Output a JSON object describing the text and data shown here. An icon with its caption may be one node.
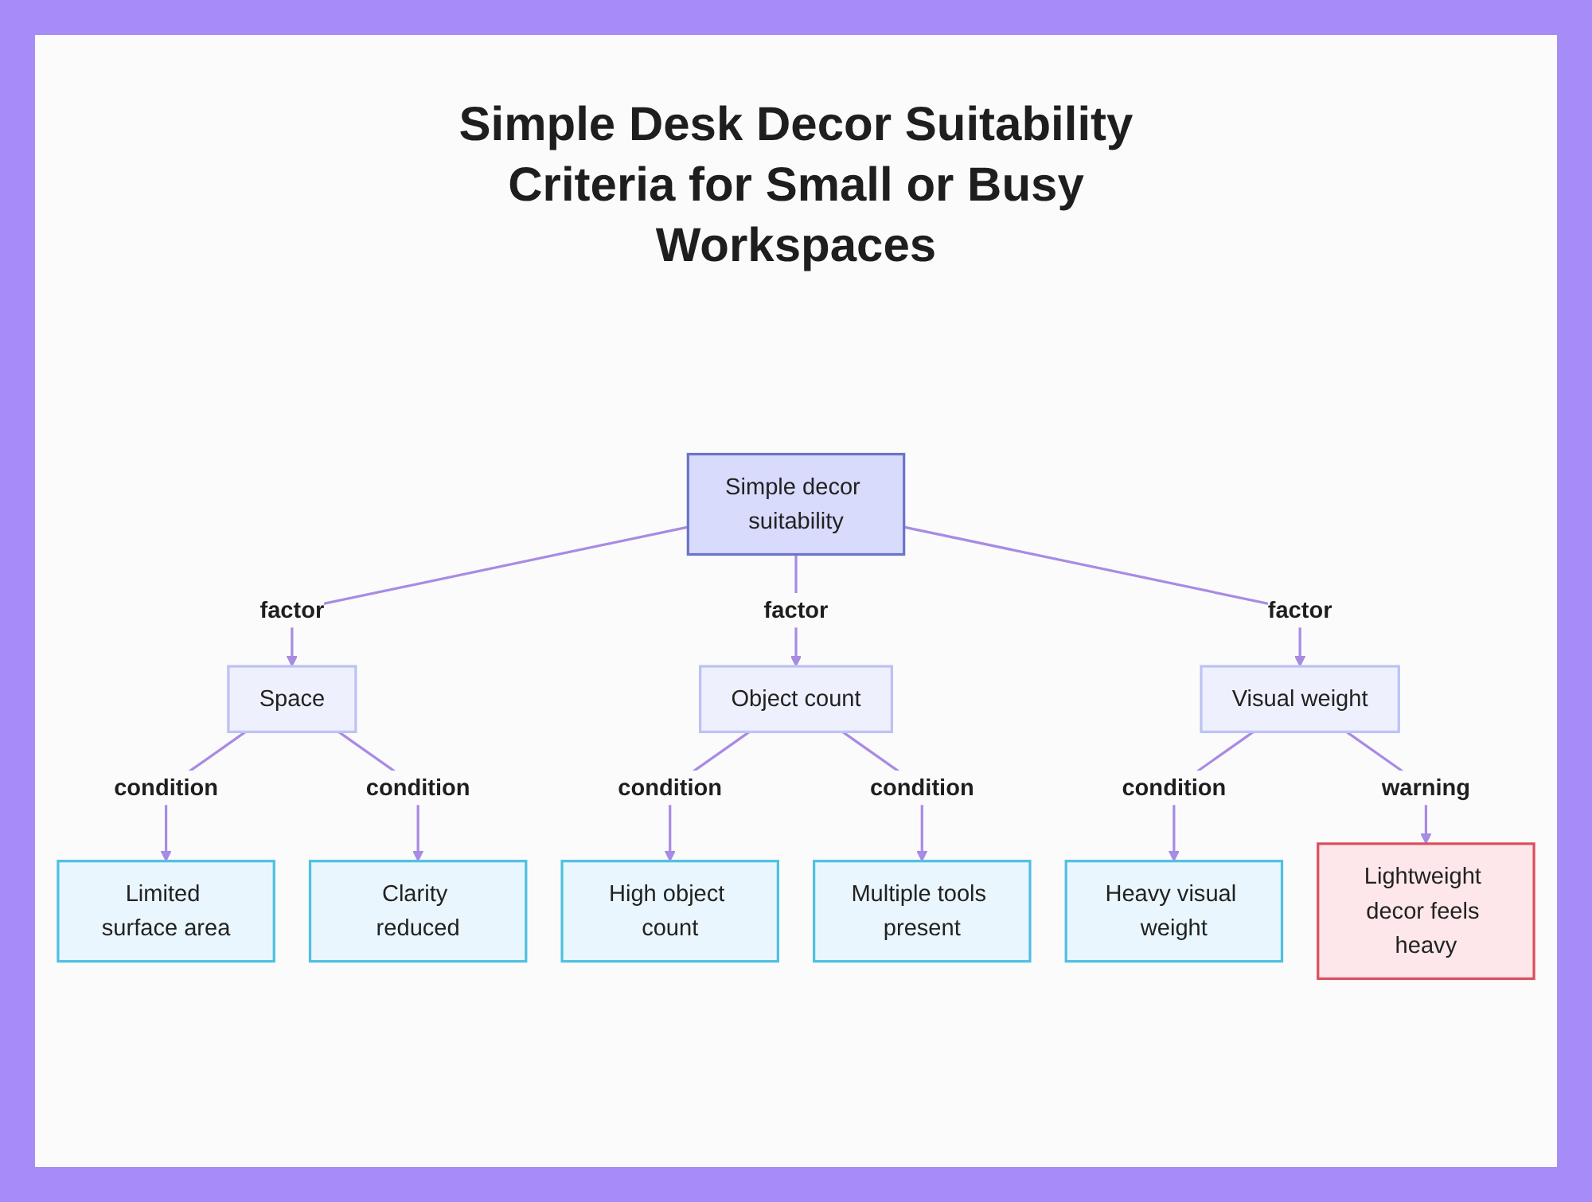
{
  "diagram": {
    "title": "Simple Desk Decor Suitability Criteria for Small or Busy Workspaces",
    "nodes": [
      {
        "text": [
          "Simple decor suitability"
        ]
      },
      {
        "text": [
          "Space"
        ]
      },
      {
        "text": [
          "Object count"
        ]
      },
      {
        "text": [
          "Visual weight"
        ]
      },
      {
        "text": [
          "Limited surface area"
        ]
      },
      {
        "text": [
          "Clarity reduced"
        ]
      },
      {
        "text": [
          "High object count"
        ]
      },
      {
        "text": [
          "Multiple tools present"
        ]
      },
      {
        "text": [
          "Heavy visual weight"
        ]
      },
      {
        "text": [
          "Lightweight decor feels heavy"
        ]
      }
    ],
    "edges": [
      {
        "from": 0,
        "to": 1,
        "arrow": "to",
        "label": "factor"
      },
      {
        "from": 0,
        "to": 2,
        "arrow": "to",
        "label": "factor"
      },
      {
        "from": 0,
        "to": 3,
        "arrow": "to",
        "label": "factor"
      },
      {
        "from": 1,
        "to": 4,
        "arrow": "to",
        "label": "condition"
      },
      {
        "from": 1,
        "to": 5,
        "arrow": "to",
        "label": "condition"
      },
      {
        "from": 2,
        "to": 6,
        "arrow": "to",
        "label": "condition"
      },
      {
        "from": 2,
        "to": 7,
        "arrow": "to",
        "label": "condition"
      },
      {
        "from": 3,
        "to": 8,
        "arrow": "to",
        "label": "condition"
      },
      {
        "from": 3,
        "to": 9,
        "arrow": "to",
        "label": "warning"
      }
    ]
  }
}
